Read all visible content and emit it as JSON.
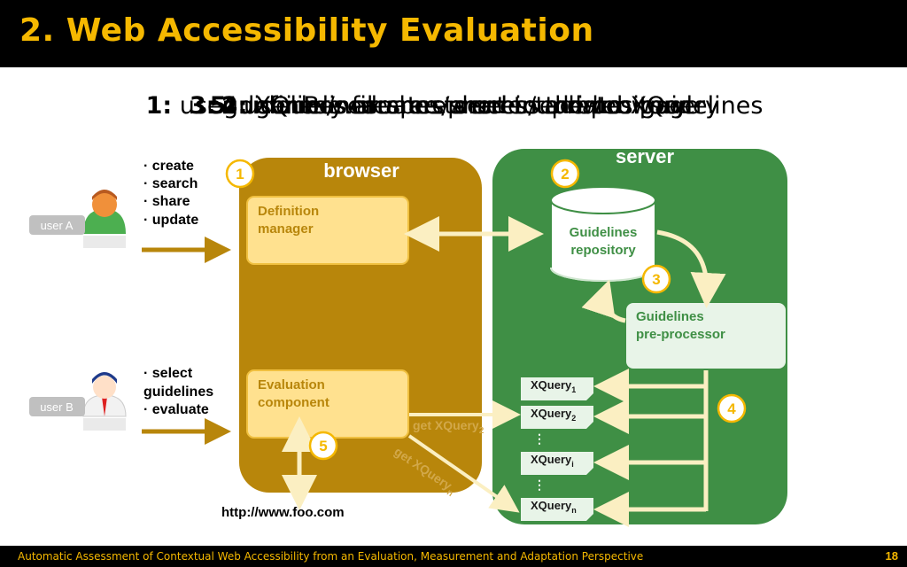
{
  "header": {
    "title": "2. Web Accessibility Evaluation"
  },
  "steps": [
    {
      "num": "1:",
      "text": " user defines/searches/shares/updates guidelines"
    },
    {
      "num": "2:",
      "text": " guidelines are stored in a repository"
    },
    {
      "num": "3:",
      "text": " guidelines are pre-processed into XQuery"
    },
    {
      "num": "4:",
      "text": " XQuery files are sent to the browser"
    },
    {
      "num": "5:",
      "text": " user B evaluates a selected web page"
    }
  ],
  "users": {
    "a": {
      "label": "user A",
      "actions": [
        "· create",
        "· search",
        "· share",
        "· update"
      ]
    },
    "b": {
      "label": "user B",
      "actions": [
        "· select",
        "guidelines",
        "· evaluate"
      ]
    }
  },
  "browser": {
    "title": "browser",
    "definition_manager": [
      "Definition",
      "manager"
    ],
    "evaluation_component": [
      "Evaluation",
      "component"
    ]
  },
  "server": {
    "title": "server",
    "repository": [
      "Guidelines",
      "repository"
    ],
    "preprocessor": [
      "Guidelines",
      "pre-processor"
    ]
  },
  "xquery": {
    "base": "XQuery",
    "subs": [
      "1",
      "2",
      "i",
      "n"
    ],
    "get_label": "get XQuery"
  },
  "badges": [
    "1",
    "2",
    "3",
    "4",
    "5"
  ],
  "url": "http://www.foo.com",
  "footer": {
    "text": "Automatic Assessment of Contextual Web Accessibility from an Evaluation, Measurement and Adaptation Perspective",
    "page": "18"
  },
  "colors": {
    "browser": "#b8860b",
    "server": "#3f8f45",
    "accent": "#f5b800",
    "box": "#ffe18f",
    "arrow": "#fbefc2"
  }
}
